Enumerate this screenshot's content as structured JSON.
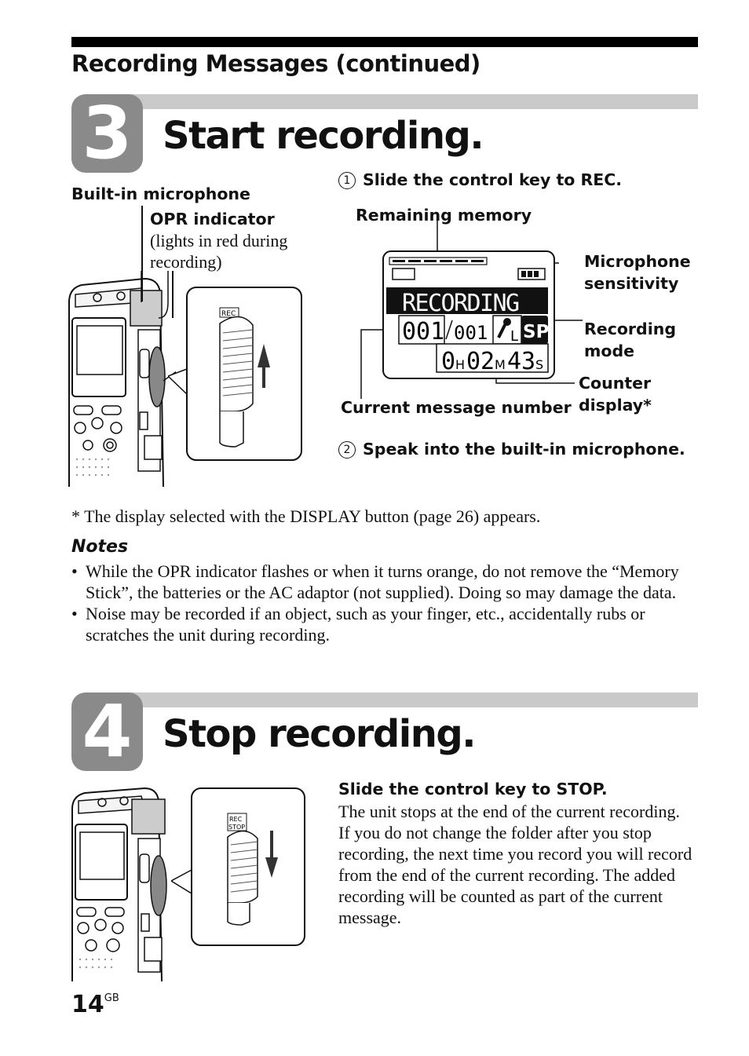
{
  "header": {
    "section_title": "Recording Messages (continued)"
  },
  "step3": {
    "number": "3",
    "title": "Start recording.",
    "substep1_num": "1",
    "substep1": "Slide the control key to REC.",
    "substep2_num": "2",
    "substep2": "Speak into the built-in microphone.",
    "label_builtin_mic": "Built-in microphone",
    "label_opr": "OPR indicator",
    "label_opr_desc": "(lights in red during recording)",
    "label_remaining": "Remaining memory",
    "label_mic_sens": "Microphone sensitivity",
    "label_rec_mode": "Recording mode",
    "label_counter": "Counter display*",
    "label_cur_msg": "Current message number",
    "key_label": "REC",
    "lcd": {
      "recording": "RECORDING",
      "msg_current": "001",
      "msg_total": "001",
      "sensitivity": "L",
      "mode": "SP",
      "hours": "0",
      "h_unit": "H",
      "minutes": "02",
      "m_unit": "M",
      "seconds": "43",
      "s_unit": "S"
    }
  },
  "footnote": "*  The display selected with the DISPLAY button (page 26) appears.",
  "notes": {
    "title": "Notes",
    "items": [
      "While the OPR indicator flashes or when it turns orange, do not remove the “Memory Stick”, the batteries or the AC adaptor (not supplied). Doing so may damage the data.",
      "Noise may be recorded if an object, such as your finger, etc., accidentally rubs or scratches the unit during recording."
    ]
  },
  "step4": {
    "number": "4",
    "title": "Stop recording.",
    "instruction": "Slide the control key to STOP.",
    "body": "The unit stops at the end of the current recording.\nIf you do not change the folder after you stop recording, the next time you record you will record from the end of the current recording. The added recording will be counted as part of the current message.",
    "key_label_rec": "REC",
    "key_label_stop": "STOP"
  },
  "footer": {
    "page_number": "14",
    "page_suffix": "GB"
  }
}
